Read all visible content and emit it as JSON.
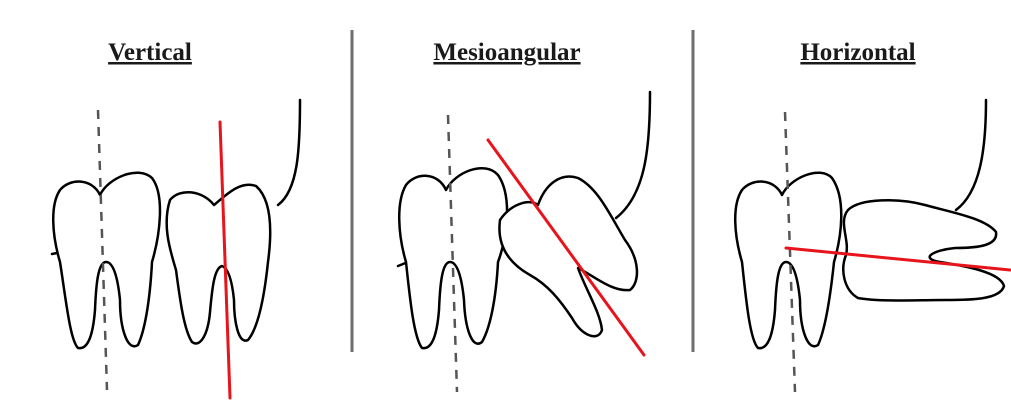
{
  "panels": [
    {
      "title": "Vertical"
    },
    {
      "title": "Mesioangular"
    },
    {
      "title": "Horizontal"
    }
  ],
  "colors": {
    "tooth_axis": "#e8141b",
    "reference_axis": "#555555",
    "divider": "#6e6e6e",
    "outline": "#000000"
  }
}
